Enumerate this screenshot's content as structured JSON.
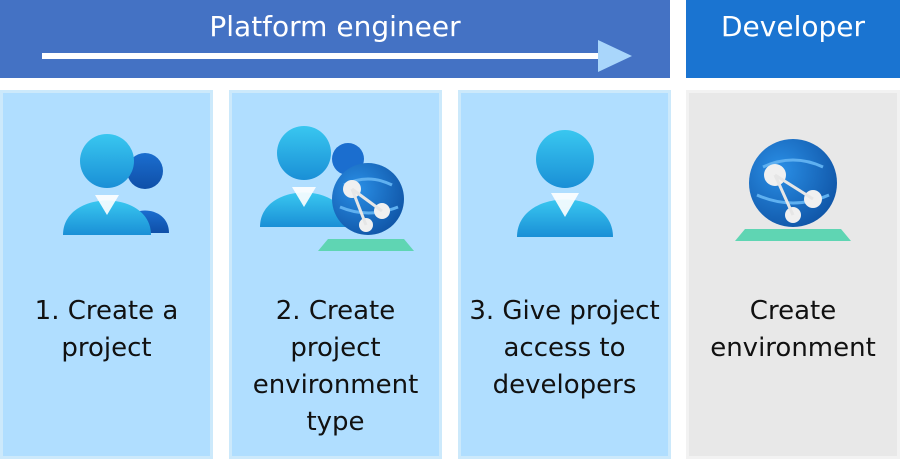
{
  "headers": {
    "platform": "Platform engineer",
    "developer": "Developer"
  },
  "colors": {
    "platform_header": "#4472c4",
    "developer_header": "#1a74d1",
    "step_card": "#b0deff",
    "developer_card": "#e8e8e8"
  },
  "steps": [
    {
      "label": "1. Create a project",
      "icon": "user-group-icon"
    },
    {
      "label": "2. Create project environment type",
      "icon": "user-group-globe-icon"
    },
    {
      "label": "3. Give project access to developers",
      "icon": "user-icon"
    }
  ],
  "developer_step": {
    "label": "Create environment",
    "icon": "environment-globe-icon"
  }
}
